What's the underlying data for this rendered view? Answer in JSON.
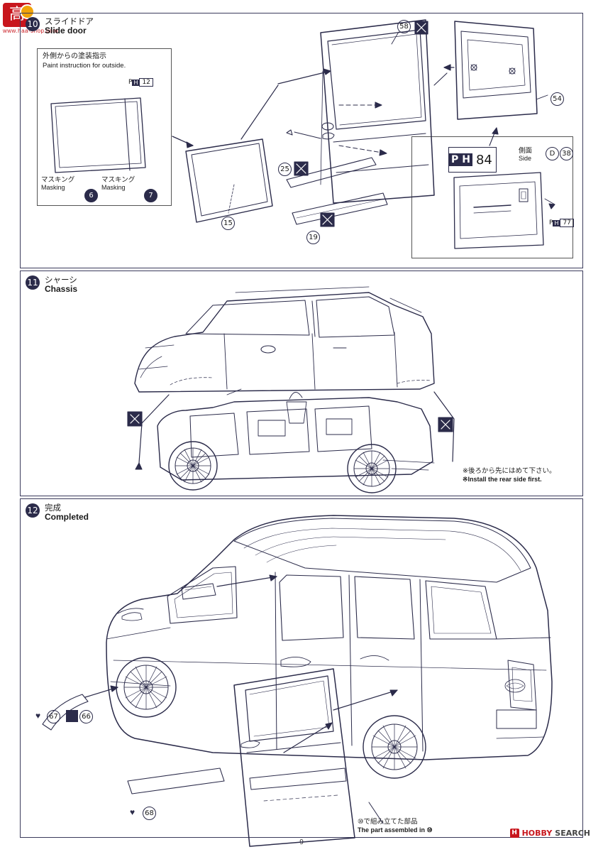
{
  "document": {
    "page_number": "9",
    "watermark": {
      "logo_char": "高",
      "logo_sub": "www.haa-shop.com"
    },
    "footer_brand": {
      "mark": "H",
      "name": "HOBBY",
      "second": "SEARCH"
    }
  },
  "steps": [
    {
      "number": "10",
      "title_jp": "スライドドア",
      "title_en": "Slide door",
      "paint_box": {
        "title_jp": "外側からの塗装指示",
        "title_en": "Paint instruction for outside.",
        "paint_code": {
          "prefix": "P",
          "sub": "H",
          "number": "12"
        },
        "masking_left": {
          "jp": "マスキング",
          "en": "Masking",
          "part": "6"
        },
        "masking_right": {
          "jp": "マスキング",
          "en": "Masking",
          "part": "7"
        }
      },
      "parts": [
        "58",
        "54",
        "25",
        "15",
        "19"
      ],
      "plate": {
        "prefix": "P",
        "sub": "H",
        "code": "84"
      },
      "side_box": {
        "jp": "側面",
        "en": "Side",
        "letter": "D",
        "number": "38",
        "paint_small": {
          "prefix": "P",
          "sub": "H",
          "number": "77"
        }
      }
    },
    {
      "number": "11",
      "title_jp": "シャーシ",
      "title_en": "Chassis",
      "note_jp": "※後ろから先にはめて下さい。",
      "note_en": "※Install the rear side first."
    },
    {
      "number": "12",
      "title_jp": "完成",
      "title_en": "Completed",
      "parts": [
        "67",
        "66",
        "68"
      ],
      "note_jp": "⑩で組み立てた部品",
      "note_en": "The part assembled in ⑩",
      "note_step_ref": "10"
    }
  ]
}
